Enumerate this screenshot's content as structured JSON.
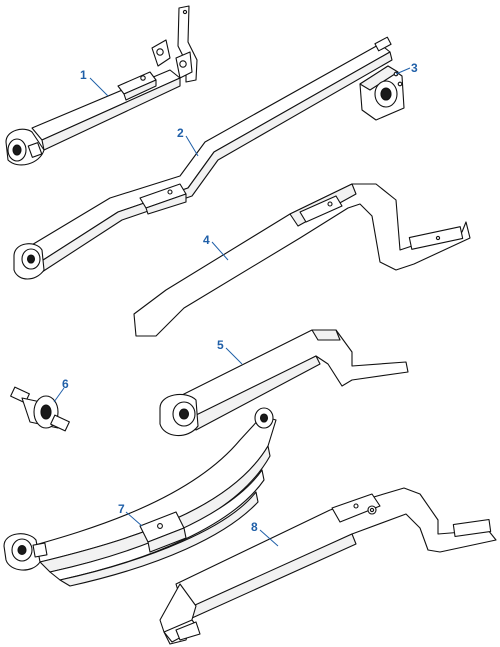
{
  "callouts": [
    {
      "id": "1",
      "label": "1"
    },
    {
      "id": "2",
      "label": "2"
    },
    {
      "id": "3",
      "label": "3"
    },
    {
      "id": "4",
      "label": "4"
    },
    {
      "id": "5",
      "label": "5"
    },
    {
      "id": "6",
      "label": "6"
    },
    {
      "id": "7",
      "label": "7"
    },
    {
      "id": "8",
      "label": "8"
    }
  ],
  "colors": {
    "callout": "#1f5fa8",
    "line": "#111111",
    "background": "#ffffff"
  }
}
